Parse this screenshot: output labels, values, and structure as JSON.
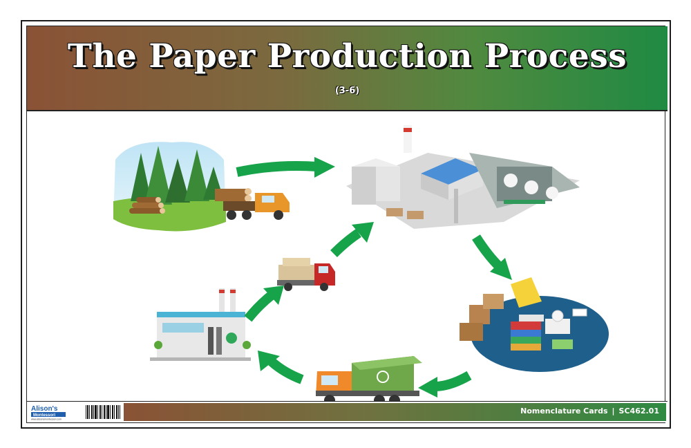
{
  "header": {
    "title": "The Paper Production Process",
    "subtitle": "(3-6)"
  },
  "footer": {
    "brand": "Alison's",
    "brand_sub": "Montessori",
    "brand_url": "www.alisonsmontessori.com",
    "cards_label": "Nomenclature Cards",
    "separator": "|",
    "code": "SC462.01"
  },
  "diagram": {
    "stages": [
      {
        "name": "forest-and-log-truck",
        "icon": "forest-icon"
      },
      {
        "name": "paper-mill",
        "icon": "factory-icon"
      },
      {
        "name": "paper-products",
        "icon": "paper-products-icon"
      },
      {
        "name": "recycling-truck",
        "icon": "garbage-truck-icon"
      },
      {
        "name": "recycling-plant",
        "icon": "recycling-plant-icon"
      },
      {
        "name": "delivery-truck",
        "icon": "delivery-truck-icon"
      }
    ],
    "colors": {
      "arrow": "#16a34a",
      "header_start": "#8a5236",
      "header_end": "#1f8a43"
    }
  }
}
